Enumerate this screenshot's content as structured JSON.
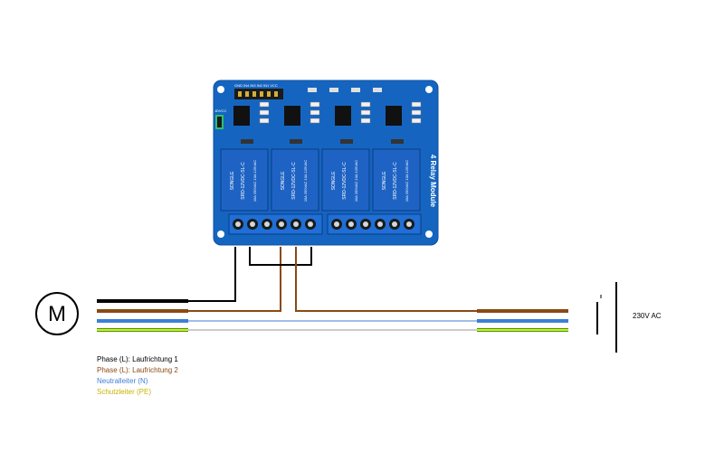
{
  "motor": {
    "symbol": "M"
  },
  "supply": {
    "label": "230V AC"
  },
  "module": {
    "title": "4 Relay Module",
    "header_pins": "GND IN4 IN3 IN2 IN1 VCC",
    "jumper_label": "JDVCC",
    "relay_text_brand": "SONGLE",
    "relay_text_model": "SRD-12VDC-SL-C",
    "relay_text_rating": "10A 250VAC 10A 125VAC"
  },
  "legend": [
    {
      "text": "Phase (L): Laufrichtung 1",
      "color": "#000000"
    },
    {
      "text": "Phase (L): Laufrichtung 2",
      "color": "#8a4a14"
    },
    {
      "text": "Neutralleiter (N)",
      "color": "#3d7fd6"
    },
    {
      "text": "Schutzleiter (PE)",
      "color": "#c8b400"
    }
  ],
  "colors": {
    "board": "#1565c0",
    "relay": "#1e63c4",
    "phase1": "#000000",
    "phase2": "#8a4a14",
    "neutral": "#3d7fd6",
    "pe_yellow": "#e8e800",
    "pe_green": "#2e9b2e"
  }
}
